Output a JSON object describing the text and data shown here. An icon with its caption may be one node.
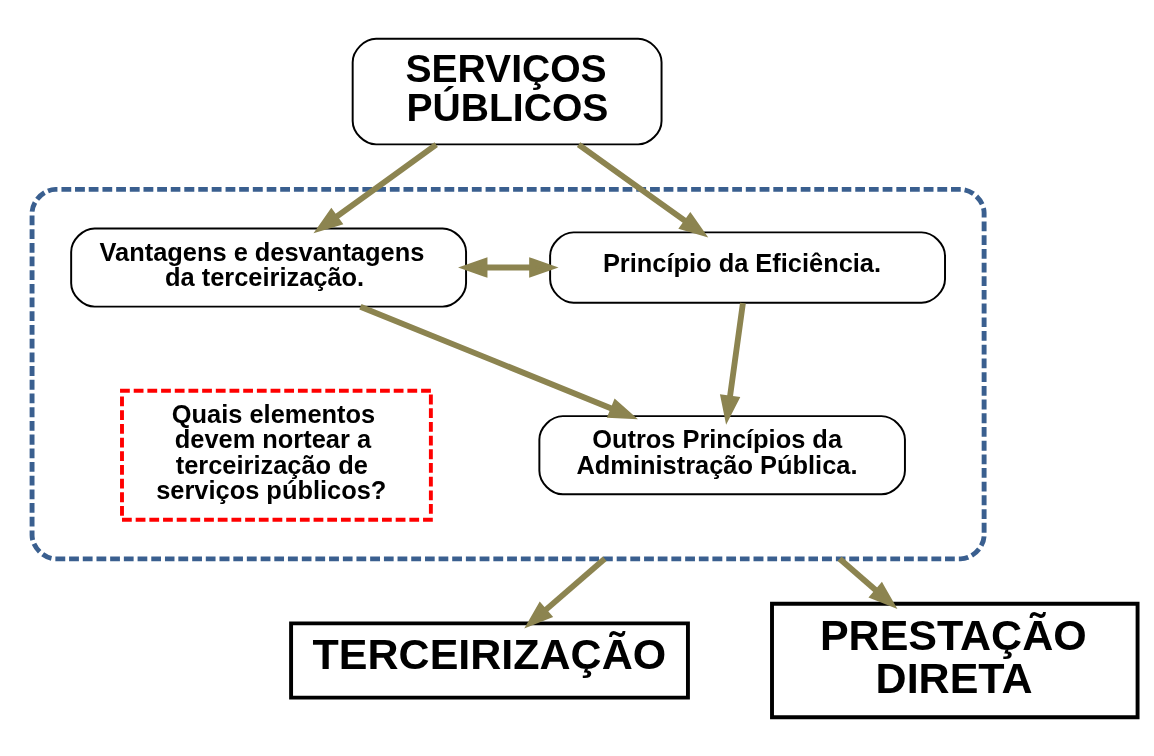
{
  "diagram": {
    "nodes": [
      {
        "text": [
          "SERVIÇOS PÚBLICOS"
        ]
      },
      {
        "text": [],
        "shape": "box"
      },
      {
        "text": [
          "Vantagens e desvantagens da terceirização."
        ],
        "in": 1
      },
      {
        "text": [
          "Princípio da Eficiência."
        ],
        "in": 1
      },
      {
        "text": [
          "Outros Princípios da Administração Pública."
        ],
        "in": 1
      },
      {
        "text": [
          "Quais elementos devem nortear a terceirização de serviços públicos?"
        ],
        "in": 1
      },
      {
        "text": [
          "TERCEIRIZAÇÃO"
        ]
      },
      {
        "text": [
          "PRESTAÇÃO DIRETA"
        ]
      }
    ],
    "edges": [
      {
        "from": 0,
        "to": 2,
        "arrow": "to"
      },
      {
        "from": 0,
        "to": 3,
        "arrow": "to"
      },
      {
        "from": 2,
        "to": 3,
        "arrow": "both"
      },
      {
        "from": 2,
        "to": 4,
        "arrow": "to"
      },
      {
        "from": 3,
        "to": 4,
        "arrow": "to"
      },
      {
        "from": 1,
        "to": 6,
        "arrow": "to"
      },
      {
        "from": 1,
        "to": 7,
        "arrow": "to"
      }
    ]
  }
}
